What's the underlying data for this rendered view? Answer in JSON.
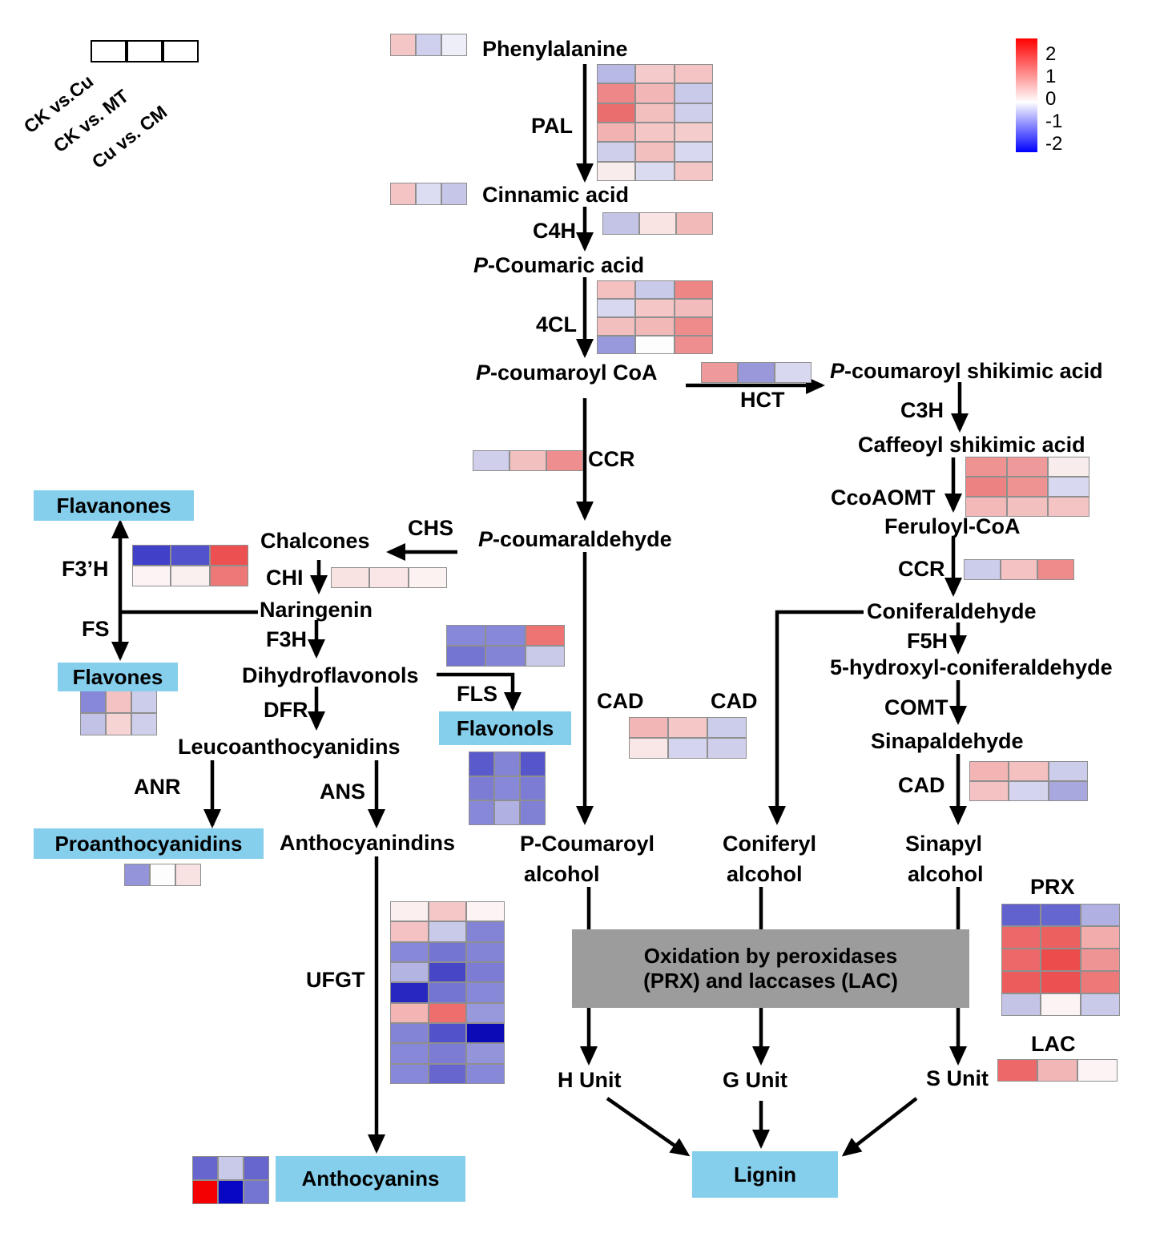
{
  "legend": {
    "labels": [
      "CK vs.Cu",
      "CK vs. MT",
      "Cu vs. CM"
    ]
  },
  "colorbar": {
    "ticks": [
      "2",
      "1",
      "0",
      "-1",
      "-2"
    ],
    "top_color": "#FF0000",
    "mid_color": "#FFFFFF",
    "bottom_color": "#0000FF"
  },
  "colors": {
    "highlight_box": "#85CEEC",
    "gray_box": "#9C9C9C"
  },
  "process_box": {
    "line1": "Oxidation by peroxidases",
    "line2": "(PRX) and laccases (LAC)"
  },
  "nodes": {
    "phenylalanine": "Phenylalanine",
    "cinnamic_acid": "Cinnamic acid",
    "p_coumaric_acid": {
      "prefix": "P",
      "rest": "-Coumaric acid"
    },
    "p_coumaroyl_coa": {
      "prefix": "P",
      "rest": "-coumaroyl CoA"
    },
    "p_coumaroyl_shikimic_acid": {
      "prefix": "P",
      "rest": "-coumaroyl  shikimic acid"
    },
    "caffeoyl_shikimic_acid": "Caffeoyl shikimic acid",
    "feruloyl_coa": "Feruloyl-CoA",
    "coniferaldehyde": "Coniferaldehyde",
    "hydroxy_coniferaldehyde": "5-hydroxyl-coniferaldehyde",
    "sinapaldehyde": "Sinapaldehyde",
    "p_coumaraldehyde": {
      "prefix": "P",
      "rest": "-coumaraldehyde"
    },
    "chalcones": "Chalcones",
    "naringenin": "Naringenin",
    "dihydroflavonols": "Dihydroflavonols",
    "leucoanthocyanidins": "Leucoanthocyanidins",
    "anthocyanindins": "Anthocyanindins",
    "p_coumaroyl_alcohol_line1": "P-Coumaroyl",
    "p_coumaroyl_alcohol_line2": "alcohol",
    "coniferyl_alcohol_line1": "Coniferyl",
    "coniferyl_alcohol_line2": "alcohol",
    "sinapyl_alcohol_line1": "Sinapyl",
    "sinapyl_alcohol_line2": "alcohol",
    "h_unit": "H Unit",
    "g_unit": "G Unit",
    "s_unit": "S Unit"
  },
  "enzymes": {
    "pal": "PAL",
    "c4h": "C4H",
    "cl4": "4CL",
    "hct": "HCT",
    "c3h": "C3H",
    "ccoaomt": "CcoAOMT",
    "ccr_right": "CCR",
    "f5h": "F5H",
    "comt": "COMT",
    "cad_right": "CAD",
    "ccr_mid": "CCR",
    "chs": "CHS",
    "chi": "CHI",
    "f3h": "F3H",
    "fls": "FLS",
    "dfr": "DFR",
    "anr": "ANR",
    "ans": "ANS",
    "ufgt": "UFGT",
    "f3ph": "F3’H",
    "fs": "FS",
    "cad_mid_left": "CAD",
    "cad_mid_right": "CAD",
    "prx": "PRX",
    "lac": "LAC"
  },
  "boxes": {
    "flavanones": "Flavanones",
    "flavones": "Flavones",
    "flavonols": "Flavonols",
    "proanthocyanidins": "Proanthocyanidins",
    "anthocyanins": "Anthocyanins",
    "lignin": "Lignin"
  },
  "heatmaps": {
    "legend": [
      [
        "#FFFFFF",
        "#FFFFFF",
        "#FFFFFF"
      ]
    ],
    "phenylalanine": [
      [
        "#F4C6C6",
        "#CFCFEE",
        "#EEEEF9"
      ]
    ],
    "pal": [
      [
        "#B9B9E6",
        "#F4CACA",
        "#F4C4C4"
      ],
      [
        "#EE8888",
        "#F2B6B6",
        "#C9C9EA"
      ],
      [
        "#EB6E6E",
        "#F3BEBE",
        "#CFCFEC"
      ],
      [
        "#F2B2B2",
        "#F4C6C6",
        "#F5CCCC"
      ],
      [
        "#CFCFEC",
        "#F3BEBE",
        "#D8D8F0"
      ],
      [
        "#F8ECEC",
        "#DADAF1",
        "#F4C6C6"
      ]
    ],
    "cinnamic_acid": [
      [
        "#F4C4C4",
        "#DCDCF2",
        "#C6C6E8"
      ]
    ],
    "c4h": [
      [
        "#C4C4E7",
        "#F9E3E3",
        "#F3BABA"
      ]
    ],
    "cl4": [
      [
        "#F4C0C0",
        "#C9C9EA",
        "#EE8686"
      ],
      [
        "#D8D8F0",
        "#F4C6C6",
        "#F3BCBC"
      ],
      [
        "#F3BEBE",
        "#F2B8B8",
        "#EE8C8C"
      ],
      [
        "#9898DC",
        "#FDFDFD",
        "#EE8E8E"
      ]
    ],
    "hct": [
      [
        "#EF9A9A",
        "#9898DA",
        "#D8D8F0"
      ]
    ],
    "ccr_mid": [
      [
        "#CFCFEC",
        "#F3C0C0",
        "#EE8E8E"
      ]
    ],
    "ccoaomt": [
      [
        "#EE9292",
        "#EE9A9A",
        "#F9ECEC"
      ],
      [
        "#ED8282",
        "#EE9292",
        "#D8D8F0"
      ],
      [
        "#F3B8B8",
        "#F3C0C0",
        "#F4C4C4"
      ]
    ],
    "ccr_right": [
      [
        "#CCCCEB",
        "#F4C2C2",
        "#EE8C8C"
      ]
    ],
    "chi": [
      [
        "#F9E2E2",
        "#FAE6E6",
        "#FCF2F2"
      ]
    ],
    "f3ph": [
      [
        "#4040C8",
        "#5252CC",
        "#EC5050"
      ],
      [
        "#FCF4F4",
        "#FBF0F0",
        "#ED7878"
      ]
    ],
    "fls": [
      [
        "#8888D8",
        "#8888D8",
        "#EE7474"
      ],
      [
        "#7474D2",
        "#8484D6",
        "#C9C9EA"
      ]
    ],
    "flavones": [
      [
        "#8888D8",
        "#F4C2C2",
        "#CCCCEB"
      ],
      [
        "#C2C2E6",
        "#F6D4D4",
        "#CFCFEC"
      ]
    ],
    "cad_mid": [
      [
        "#F3B6B6",
        "#F5C8C8",
        "#CCCCEB"
      ],
      [
        "#F9E6E6",
        "#D4D4EF",
        "#CFCFEC"
      ]
    ],
    "flavonols": [
      [
        "#5A5ACC",
        "#8484D6",
        "#5656CA"
      ],
      [
        "#7C7CD4",
        "#8888D8",
        "#7C7CD4"
      ],
      [
        "#8888D8",
        "#B0B0E2",
        "#8080D5"
      ]
    ],
    "cad_right": [
      [
        "#F3B4B4",
        "#F4C0C0",
        "#CCCCEB"
      ],
      [
        "#F4C2C2",
        "#D4D4EF",
        "#A8A8DF"
      ]
    ],
    "proanthocyanidins": [
      [
        "#9494DA",
        "#FDFDFD",
        "#F9E2E2"
      ]
    ],
    "ufgt": [
      [
        "#FBEFEF",
        "#F5C8C8",
        "#FCF4F4"
      ],
      [
        "#F4C2C2",
        "#C9C9EA",
        "#8484D6"
      ],
      [
        "#8888D8",
        "#7474D2",
        "#8484D6"
      ],
      [
        "#B4B4E3",
        "#4646C6",
        "#7C7CD4"
      ],
      [
        "#2828C0",
        "#7474D2",
        "#8888D8"
      ],
      [
        "#F3B4B4",
        "#EE6E6E",
        "#9898DC"
      ],
      [
        "#8484D6",
        "#5252CA",
        "#0A0AB6"
      ],
      [
        "#8888D8",
        "#7C7CD4",
        "#9494DA"
      ],
      [
        "#8888D8",
        "#6666CE",
        "#8888D8"
      ]
    ],
    "prx": [
      [
        "#6262CE",
        "#6666D0",
        "#B0B0E2"
      ],
      [
        "#ED6868",
        "#ED6060",
        "#F2ACAC"
      ],
      [
        "#ED6868",
        "#EC4C4C",
        "#EE9494"
      ],
      [
        "#ED5C5C",
        "#EC5050",
        "#ED7878"
      ],
      [
        "#C4C4E7",
        "#FCF4F4",
        "#C9C9EA"
      ]
    ],
    "lac": [
      [
        "#ED6868",
        "#F3B6B6",
        "#FCF4F4"
      ]
    ],
    "anthocyanins": [
      [
        "#6666CE",
        "#C9C9EA",
        "#6666CE"
      ],
      [
        "#F50000",
        "#0808C4",
        "#7474D2"
      ]
    ]
  }
}
